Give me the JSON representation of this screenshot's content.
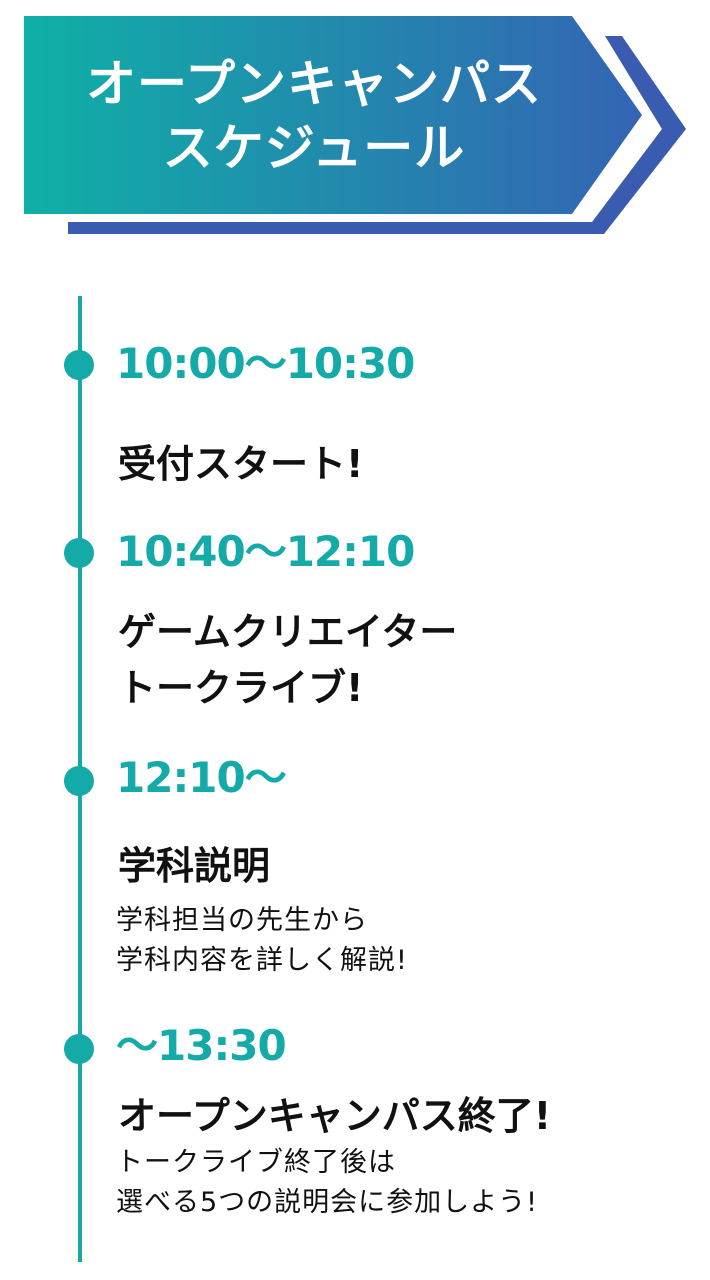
{
  "banner": {
    "title_line1": "オープンキャンパス",
    "title_line2": "スケジュール",
    "gradient_start": "#0fb0a6",
    "gradient_end": "#3464b4",
    "shadow_color": "#3a5cb0"
  },
  "timeline": {
    "accent": "#13aaa8",
    "items": [
      {
        "time": "10:00〜10:30",
        "title": "受付スタート!"
      },
      {
        "time": "10:40〜12:10",
        "title_line1": "ゲームクリエイター",
        "title_line2": "トークライブ!"
      },
      {
        "time": "12:10〜",
        "title": "学科説明",
        "desc_line1": "学科担当の先生から",
        "desc_line2": "学科内容を詳しく解説!"
      },
      {
        "time": "〜13:30",
        "title": "オープンキャンパス終了!",
        "desc_line1": "トークライブ終了後は",
        "desc_line2": "選べる5つの説明会に参加しよう!"
      }
    ]
  }
}
